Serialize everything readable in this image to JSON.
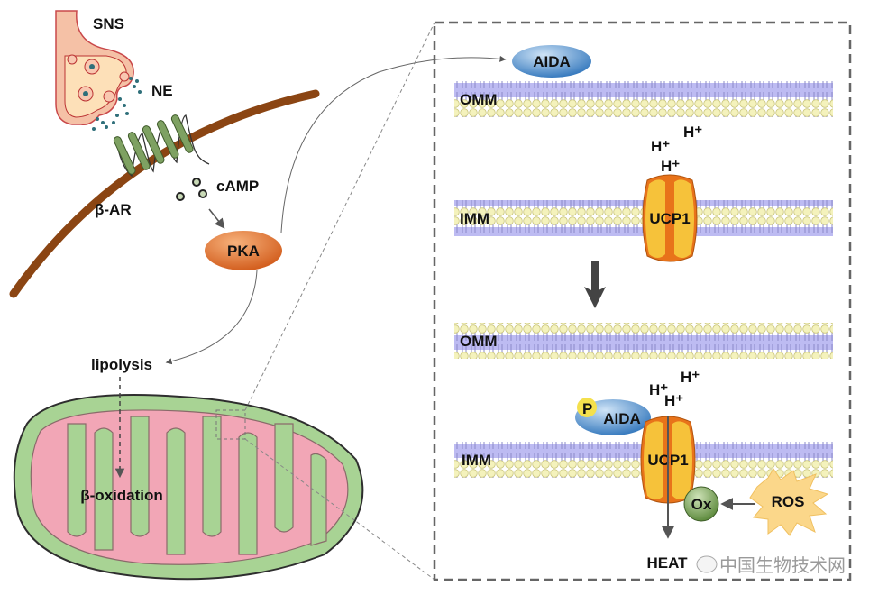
{
  "left_panel": {
    "sns": "SNS",
    "ne": "NE",
    "beta_ar": "β-AR",
    "camp": "cAMP",
    "pka": "PKA",
    "lipolysis": "lipolysis",
    "beta_oxidation": "β-oxidation"
  },
  "right_panel": {
    "top": {
      "aida": "AIDA",
      "omm": "OMM",
      "imm": "IMM",
      "ucp1": "UCP1",
      "protons": [
        "H⁺",
        "H⁺",
        "H⁺"
      ]
    },
    "bottom": {
      "omm": "OMM",
      "imm": "IMM",
      "p": "P",
      "aida": "AIDA",
      "ucp1": "UCP1",
      "protons": [
        "H⁺",
        "H⁺",
        "H⁺"
      ],
      "ox": "Ox",
      "ros": "ROS",
      "heat": "HEAT"
    }
  },
  "watermark": "中国生物技术网",
  "colors": {
    "membrane_brown": "#8b4513",
    "pka_orange": "#e07a3a",
    "aida_blue": "#4f8fc8",
    "ucp1_yellow": "#f6c23a",
    "ucp1_orange": "#e8731a",
    "ox_green": "#6f9a4e",
    "ros_yellow": "#fbd78a",
    "lipid_head": "#f3f0b4",
    "lipid_band": "#b9b7f0",
    "mito_outer": "#a8d394",
    "mito_cristae": "#f2a6b6"
  }
}
